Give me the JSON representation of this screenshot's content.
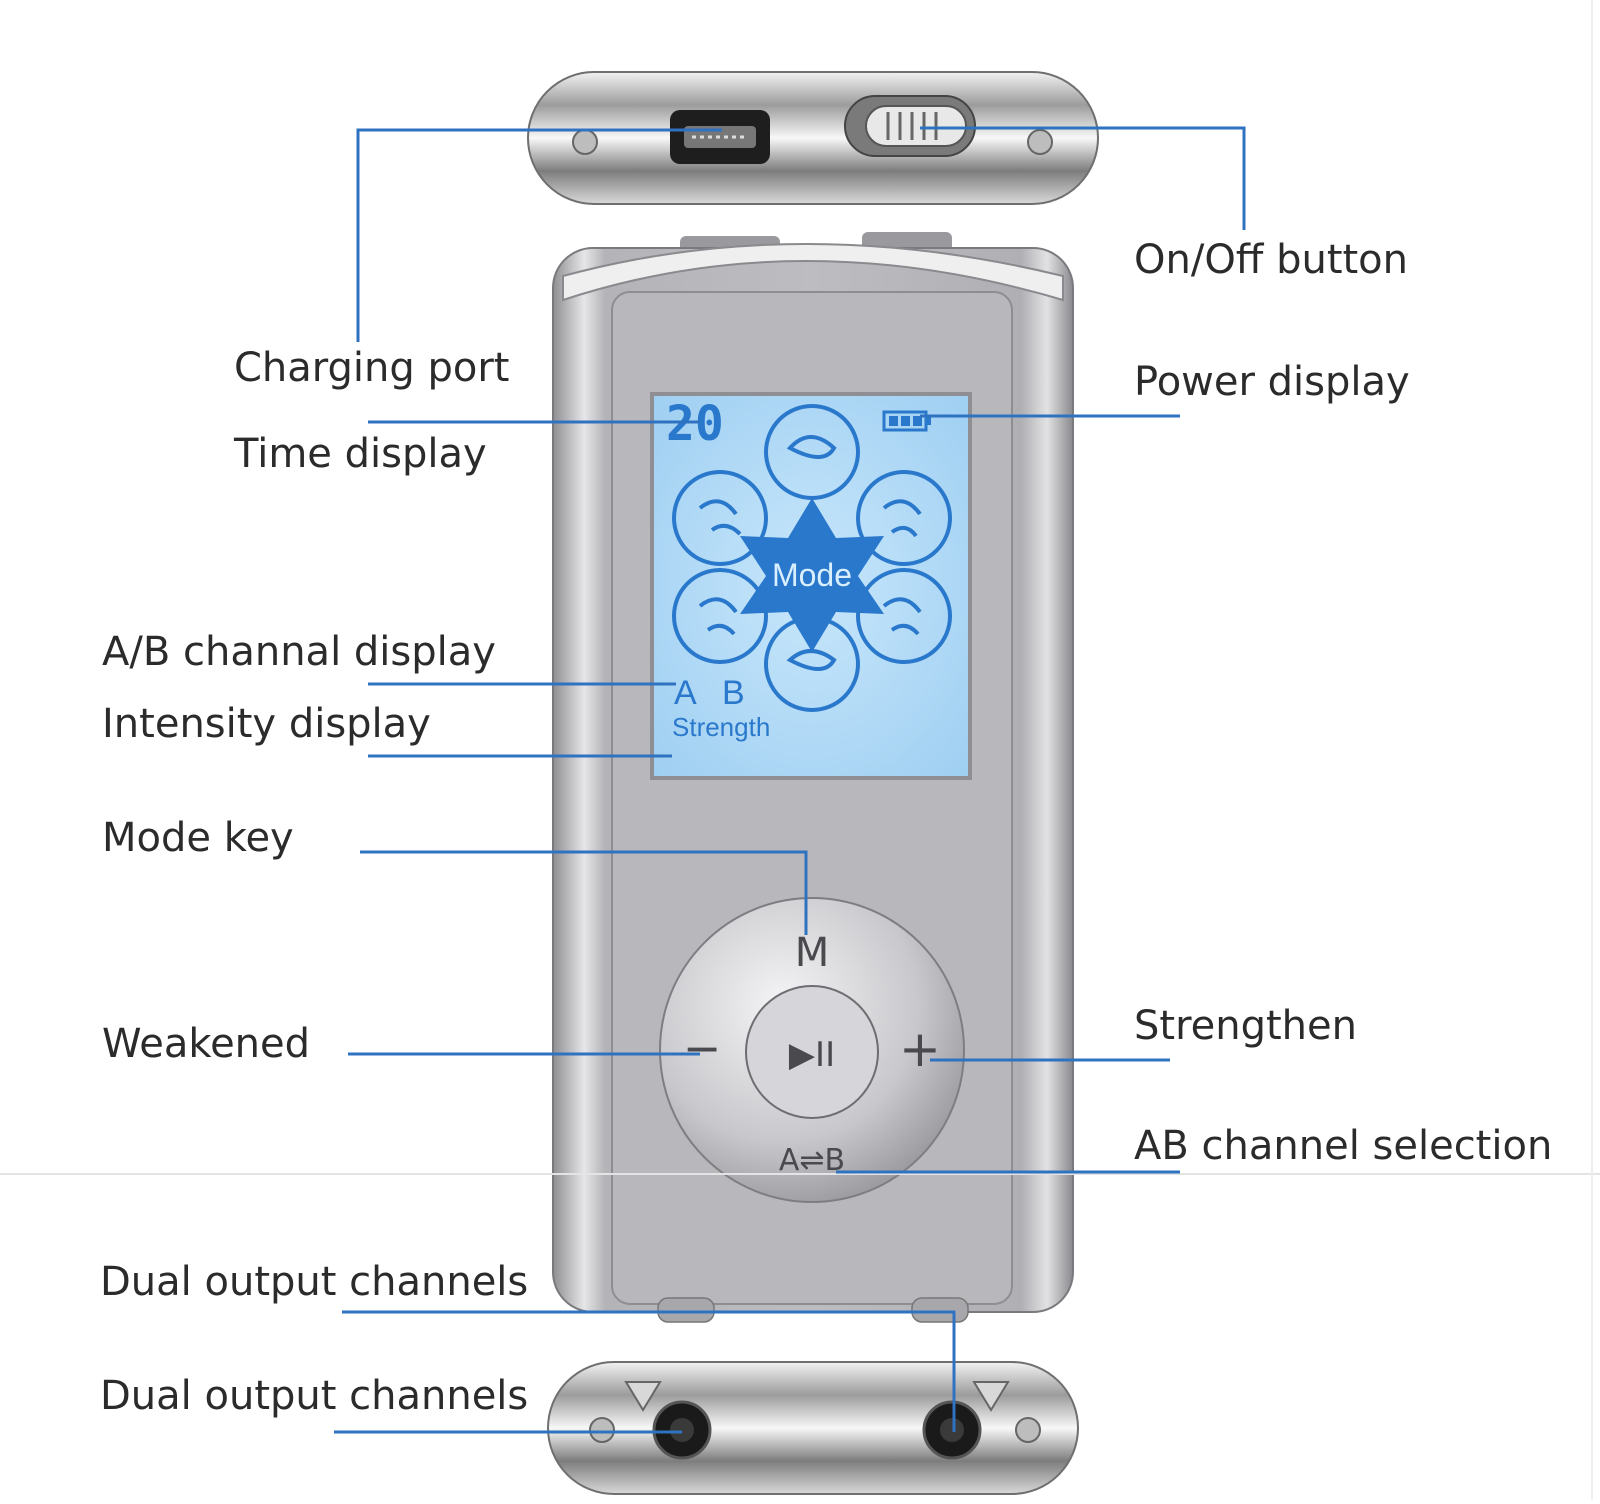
{
  "labels": {
    "charging_port": "Charging port",
    "time_display": "Time display",
    "ab_channel_display": "A/B channal display",
    "intensity_display": "Intensity display",
    "mode_key": "Mode key",
    "weakened": "Weakened",
    "dual_output_1": "Dual output channels",
    "dual_output_2": "Dual output channels",
    "on_off_button": "On/Off button",
    "power_display": "Power display",
    "strengthen": "Strengthen",
    "ab_channel_selection": "AB channel selection"
  },
  "lcd": {
    "time": "20",
    "mode": "Mode",
    "channel_a": "A",
    "channel_b": "B",
    "strength": "Strength"
  },
  "keys": {
    "mode": "M",
    "minus": "−",
    "plus": "+",
    "play_pause": "▶II",
    "ab_switch": "A⇌B"
  },
  "colors": {
    "leader_line": "#2f72c0",
    "lcd_background": "#a9d5f5",
    "lcd_ink": "#2a78cc",
    "body_silver": "#b9b9bd",
    "label_text": "#2b2b2b"
  }
}
